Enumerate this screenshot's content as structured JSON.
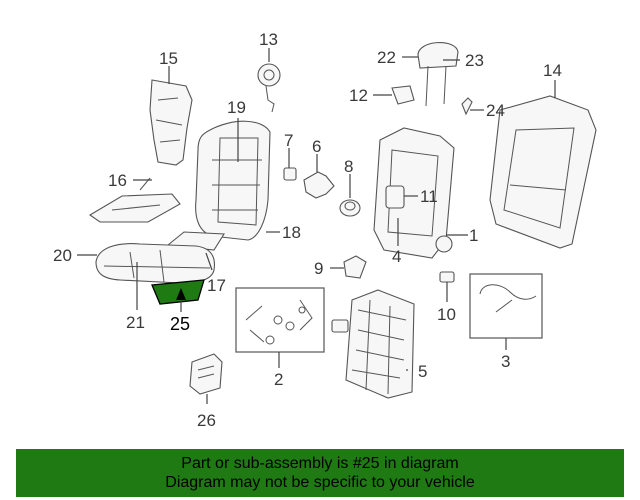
{
  "diagram": {
    "callouts": [
      "1",
      "2",
      "3",
      "4",
      "5",
      "6",
      "7",
      "8",
      "9",
      "10",
      "11",
      "12",
      "13",
      "14",
      "15",
      "16",
      "17",
      "18",
      "19",
      "20",
      "21",
      "22",
      "23",
      "24",
      "25",
      "26"
    ],
    "highlighted_part": "25",
    "highlight_color": "#1f7a14"
  },
  "banner": {
    "line1": "Part or sub-assembly is #25 in diagram",
    "line2": "Diagram may not be specific to your vehicle",
    "background": "#1f7a14"
  }
}
